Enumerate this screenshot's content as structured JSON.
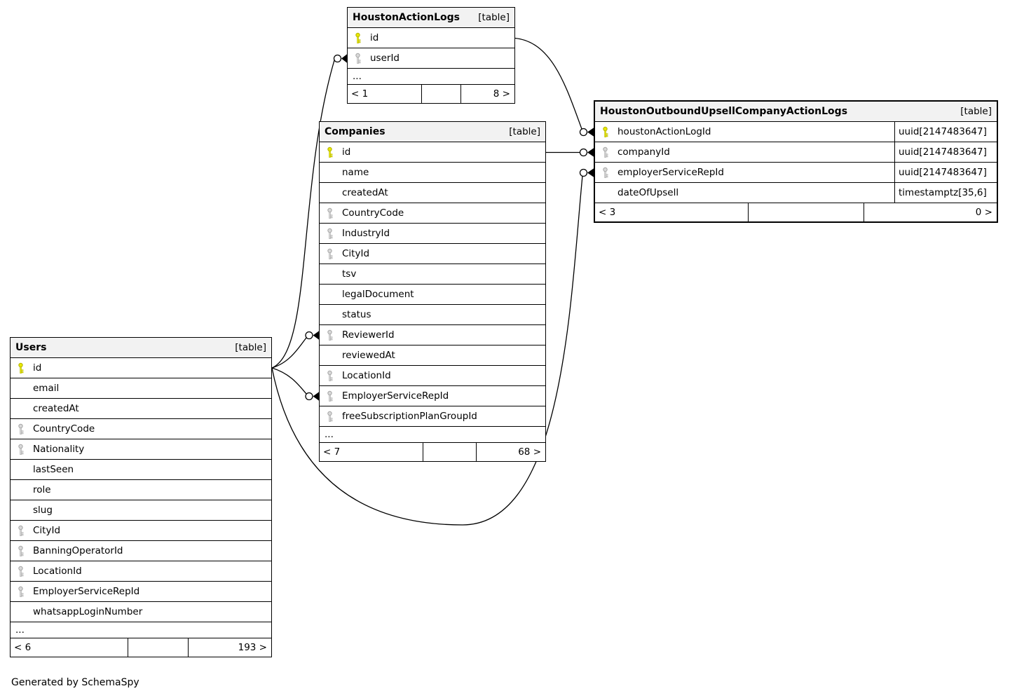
{
  "diagram": {
    "generated_by": "Generated by SchemaSpy",
    "colors": {
      "primary_key_fill": "#e8e800",
      "primary_key_stroke": "#b3b300",
      "foreign_key_fill": "#d9d9d9",
      "foreign_key_stroke": "#a6a6a6",
      "header_bg": "#f2f2f2",
      "line": "#000000",
      "background": "#ffffff"
    },
    "tables": [
      {
        "key": "houston_action_logs",
        "title": "HoustonActionLogs",
        "tag": "[table]",
        "columns": [
          {
            "name": "id",
            "keytype": "primary",
            "type": ""
          },
          {
            "name": "userId",
            "keytype": "foreign",
            "type": ""
          }
        ],
        "ellipsis": "...",
        "footer": {
          "left": "< 1",
          "middle": "",
          "right": "8 >"
        }
      },
      {
        "key": "companies",
        "title": "Companies",
        "tag": "[table]",
        "columns": [
          {
            "name": "id",
            "keytype": "primary",
            "type": ""
          },
          {
            "name": "name",
            "keytype": "none",
            "type": ""
          },
          {
            "name": "createdAt",
            "keytype": "none",
            "type": ""
          },
          {
            "name": "CountryCode",
            "keytype": "foreign",
            "type": ""
          },
          {
            "name": "IndustryId",
            "keytype": "foreign",
            "type": ""
          },
          {
            "name": "CityId",
            "keytype": "foreign",
            "type": ""
          },
          {
            "name": "tsv",
            "keytype": "none",
            "type": ""
          },
          {
            "name": "legalDocument",
            "keytype": "none",
            "type": ""
          },
          {
            "name": "status",
            "keytype": "none",
            "type": ""
          },
          {
            "name": "ReviewerId",
            "keytype": "foreign",
            "type": ""
          },
          {
            "name": "reviewedAt",
            "keytype": "none",
            "type": ""
          },
          {
            "name": "LocationId",
            "keytype": "foreign",
            "type": ""
          },
          {
            "name": "EmployerServiceRepId",
            "keytype": "foreign",
            "type": ""
          },
          {
            "name": "freeSubscriptionPlanGroupId",
            "keytype": "foreign",
            "type": ""
          }
        ],
        "ellipsis": "...",
        "footer": {
          "left": "< 7",
          "middle": "",
          "right": "68 >"
        }
      },
      {
        "key": "upsell_logs",
        "title": "HoustonOutboundUpsellCompanyActionLogs",
        "tag": "[table]",
        "columns": [
          {
            "name": "houstonActionLogId",
            "keytype": "primary",
            "type": "uuid[2147483647]"
          },
          {
            "name": "companyId",
            "keytype": "foreign",
            "type": "uuid[2147483647]"
          },
          {
            "name": "employerServiceRepId",
            "keytype": "foreign",
            "type": "uuid[2147483647]"
          },
          {
            "name": "dateOfUpsell",
            "keytype": "none",
            "type": "timestamptz[35,6]"
          }
        ],
        "ellipsis": "",
        "footer": {
          "left": "< 3",
          "middle": "",
          "right": "0 >"
        }
      },
      {
        "key": "users",
        "title": "Users",
        "tag": "[table]",
        "columns": [
          {
            "name": "id",
            "keytype": "primary",
            "type": ""
          },
          {
            "name": "email",
            "keytype": "none",
            "type": ""
          },
          {
            "name": "createdAt",
            "keytype": "none",
            "type": ""
          },
          {
            "name": "CountryCode",
            "keytype": "foreign",
            "type": ""
          },
          {
            "name": "Nationality",
            "keytype": "foreign",
            "type": ""
          },
          {
            "name": "lastSeen",
            "keytype": "none",
            "type": ""
          },
          {
            "name": "role",
            "keytype": "none",
            "type": ""
          },
          {
            "name": "slug",
            "keytype": "none",
            "type": ""
          },
          {
            "name": "CityId",
            "keytype": "foreign",
            "type": ""
          },
          {
            "name": "BanningOperatorId",
            "keytype": "foreign",
            "type": ""
          },
          {
            "name": "LocationId",
            "keytype": "foreign",
            "type": ""
          },
          {
            "name": "EmployerServiceRepId",
            "keytype": "foreign",
            "type": ""
          },
          {
            "name": "whatsappLoginNumber",
            "keytype": "none",
            "type": ""
          }
        ],
        "ellipsis": "...",
        "footer": {
          "left": "< 6",
          "middle": "",
          "right": "193 >"
        }
      }
    ],
    "relationships": [
      {
        "from": "Users.id",
        "to": "HoustonActionLogs.userId"
      },
      {
        "from": "Users.id",
        "to": "Companies.ReviewerId"
      },
      {
        "from": "Users.id",
        "to": "Companies.EmployerServiceRepId"
      },
      {
        "from": "Users.id",
        "to": "HoustonOutboundUpsellCompanyActionLogs.employerServiceRepId"
      },
      {
        "from": "Companies.id",
        "to": "HoustonOutboundUpsellCompanyActionLogs.companyId"
      },
      {
        "from": "HoustonActionLogs.id",
        "to": "HoustonOutboundUpsellCompanyActionLogs.houstonActionLogId"
      }
    ]
  }
}
